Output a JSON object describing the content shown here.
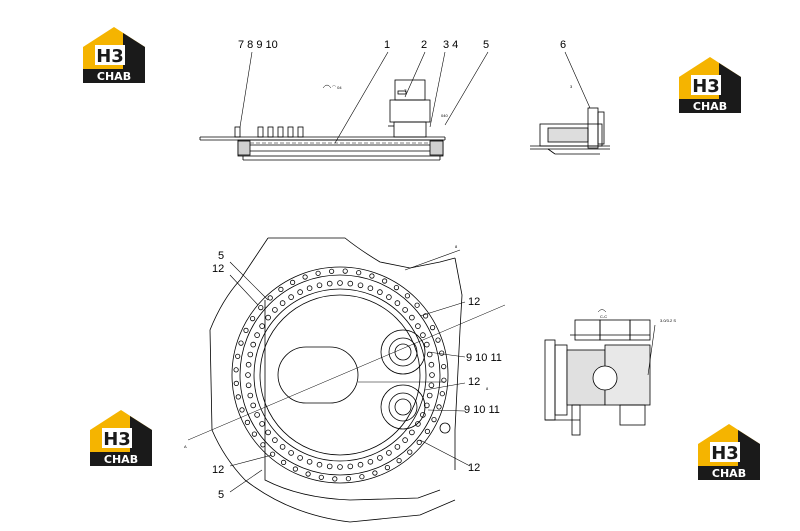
{
  "logo": {
    "mark": "H3",
    "brand": "CHAB",
    "accent": "#f5b400",
    "dark": "#1a1a1a"
  },
  "callouts": {
    "top": [
      "7 8 9 10",
      "1",
      "2",
      "3 4",
      "5",
      "6"
    ],
    "left": [
      "5",
      "12",
      "12",
      "5"
    ],
    "right": [
      "12",
      "9 10 11",
      "12",
      "9 10 11",
      "12"
    ]
  },
  "small_labels": {
    "top_note": "⌒ 04",
    "top_box": "T",
    "top_right": "040",
    "right_view_tag": "3",
    "bottom_view_tag": "8",
    "bottom_top_tag": "8",
    "detail_tag": "C-C",
    "detail_note": "3.0/3.2 S",
    "ring_tag": "A"
  },
  "colors": {
    "line": "#000000",
    "paper": "#ffffff"
  }
}
